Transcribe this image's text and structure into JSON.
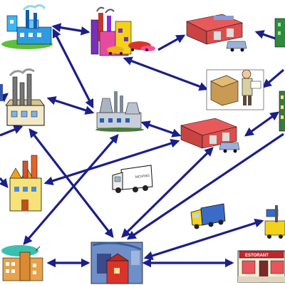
{
  "diagram": {
    "arrow_color": "#1b1f8a",
    "nodes": [
      {
        "id": "factory-top-left",
        "icon": "blue-factory-icon"
      },
      {
        "id": "factory-top-center",
        "icon": "colorful-factory-with-cars-icon"
      },
      {
        "id": "warehouse-top-right",
        "icon": "warehouse-loading-dock-icon"
      },
      {
        "id": "factory-top-right-edge",
        "icon": "green-building-icon"
      },
      {
        "id": "factory-mid-left",
        "icon": "smokestack-factory-icon"
      },
      {
        "id": "power-plant",
        "icon": "power-plant-cooling-towers-icon"
      },
      {
        "id": "box-worker",
        "icon": "worker-with-boxes-icon"
      },
      {
        "id": "warehouse-center-right",
        "icon": "warehouse-loading-dock-icon"
      },
      {
        "id": "building-right-edge",
        "icon": "building-icon"
      },
      {
        "id": "factory-left-yellow",
        "icon": "yellow-factory-icon"
      },
      {
        "id": "truck-white",
        "icon": "delivery-truck-icon"
      },
      {
        "id": "truck-blue",
        "icon": "blue-truck-icon"
      },
      {
        "id": "forklift",
        "icon": "forklift-icon"
      },
      {
        "id": "city-bottom-left",
        "icon": "city-buildings-icon"
      },
      {
        "id": "distribution-center",
        "icon": "distribution-center-icon"
      },
      {
        "id": "store",
        "icon": "retail-store-icon",
        "sign_text": "ESTORANT"
      }
    ]
  }
}
